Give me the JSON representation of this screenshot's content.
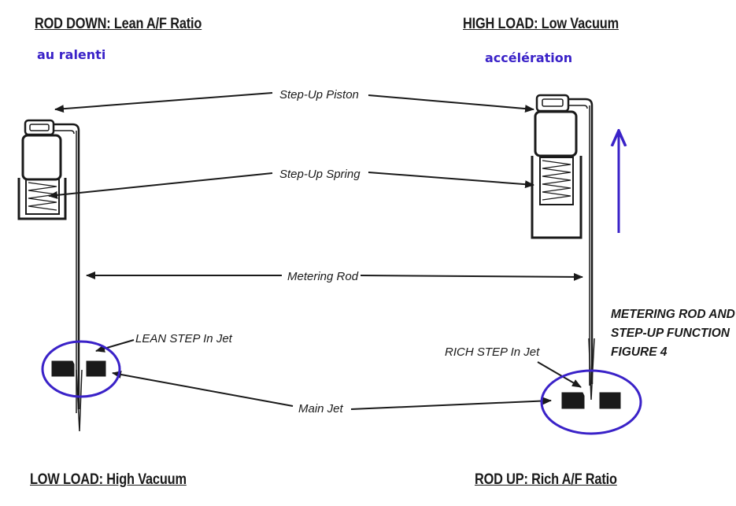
{
  "headings": {
    "top_left": "ROD DOWN: Lean A/F Ratio",
    "top_right": "HIGH LOAD: Low Vacuum",
    "bottom_left": "LOW LOAD: High Vacuum",
    "bottom_right": "ROD UP: Rich A/F Ratio"
  },
  "notes": {
    "left": "au ralenti",
    "right": "accélération"
  },
  "labels": {
    "step_up_piston": "Step-Up Piston",
    "step_up_spring": "Step-Up Spring",
    "metering_rod": "Metering Rod",
    "lean_step": "LEAN STEP In Jet",
    "rich_step": "RICH STEP In Jet",
    "main_jet": "Main Jet"
  },
  "figure_caption": {
    "line1": "METERING ROD AND",
    "line2": "STEP-UP FUNCTION",
    "line3": "FIGURE 4"
  },
  "colors": {
    "annotation": "#3a22c8",
    "line": "#1a1a1a"
  }
}
